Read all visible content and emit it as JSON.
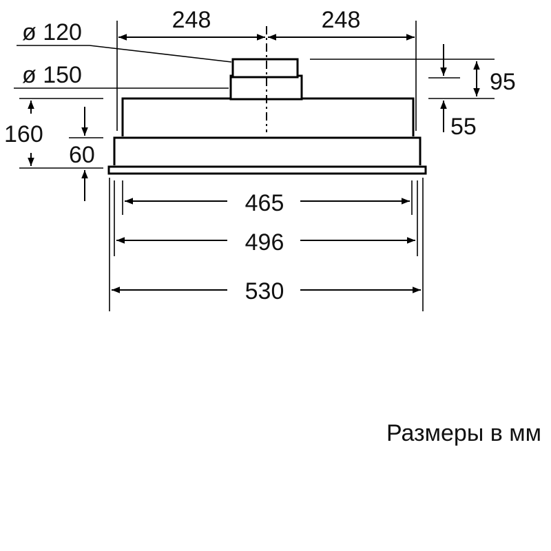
{
  "dimensions": {
    "top_left": "248",
    "top_right": "248",
    "dia_inner": "ø 120",
    "dia_outer": "ø 150",
    "height_total": "160",
    "height_lower": "60",
    "height_collar": "95",
    "height_step": "55",
    "width_inner": "465",
    "width_mid": "496",
    "width_outer": "530"
  },
  "caption": "Размеры в мм",
  "colors": {
    "line": "#000000",
    "background": "#ffffff"
  }
}
